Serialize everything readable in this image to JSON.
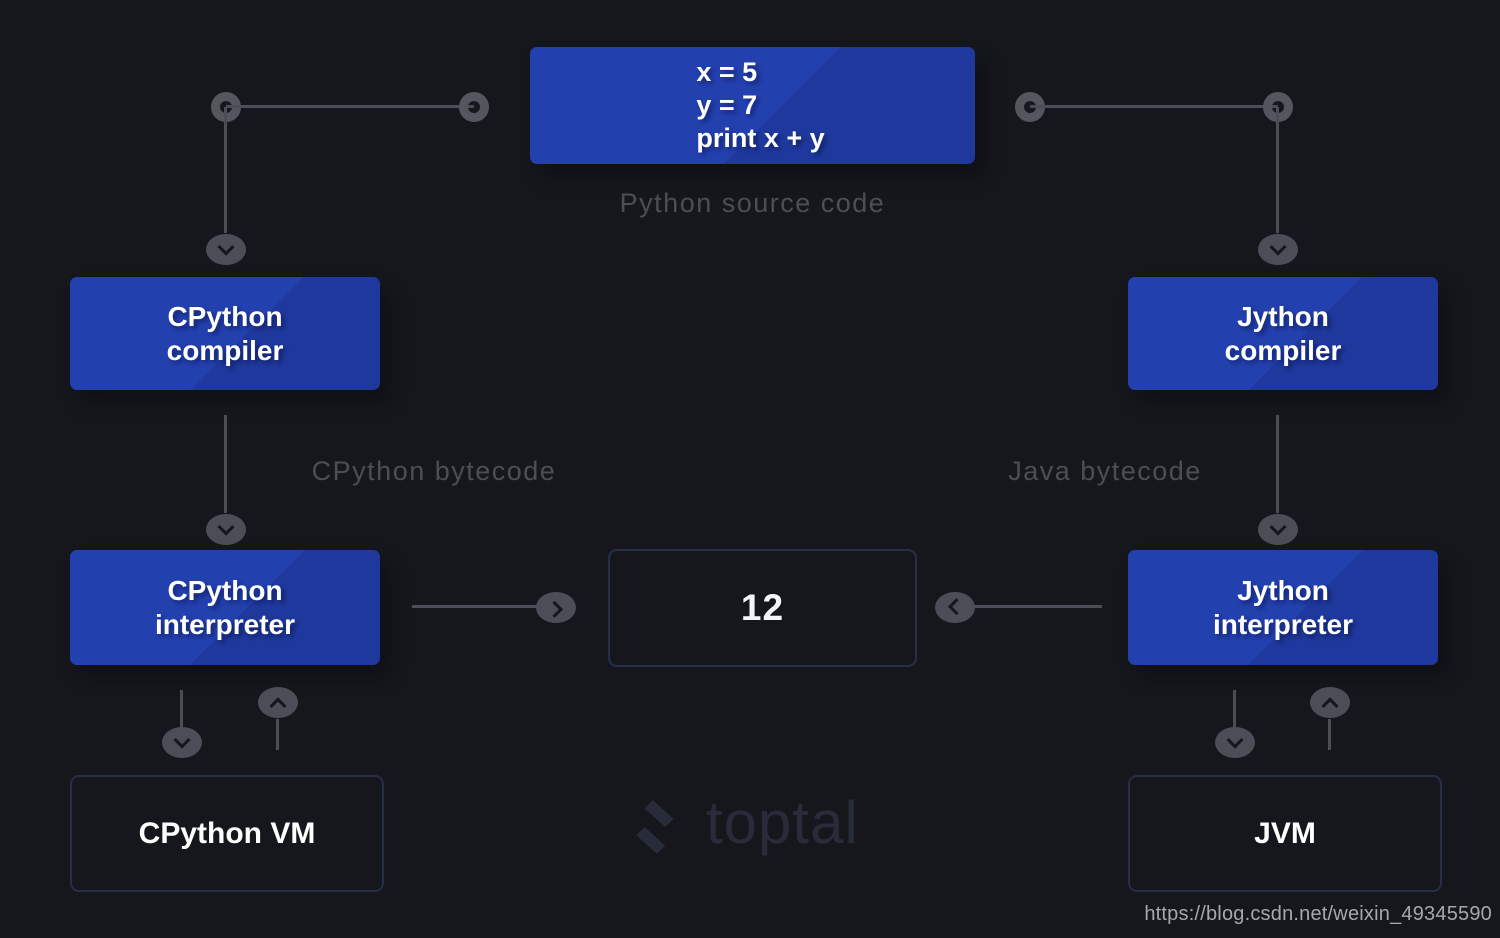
{
  "page": {
    "watermark": "https://blog.csdn.net/weixin_49345590"
  },
  "colors": {
    "background": "#16171d",
    "accent_blue": "#2340af",
    "connector_gray": "#4b4e56",
    "muted_label": "#4c4e56",
    "outline_border": "#272e4a",
    "text_white": "#ffffff",
    "logo_gray": "#282c3a"
  },
  "diagram": {
    "source_code": {
      "lines": [
        "x = 5",
        "y = 7",
        "print x + y"
      ],
      "caption": "Python source code"
    },
    "nodes": {
      "cpython_compiler": {
        "line1": "CPython",
        "line2": "compiler"
      },
      "jython_compiler": {
        "line1": "Jython",
        "line2": "compiler"
      },
      "cpython_interpreter": {
        "line1": "CPython",
        "line2": "interpreter"
      },
      "jython_interpreter": {
        "line1": "Jython",
        "line2": "interpreter"
      },
      "result": {
        "value": "12"
      },
      "cpython_vm": {
        "label": "CPython VM"
      },
      "jvm": {
        "label": "JVM"
      }
    },
    "edge_labels": {
      "left": "CPython bytecode",
      "right": "Java bytecode"
    },
    "logo": {
      "text": "toptal"
    }
  }
}
